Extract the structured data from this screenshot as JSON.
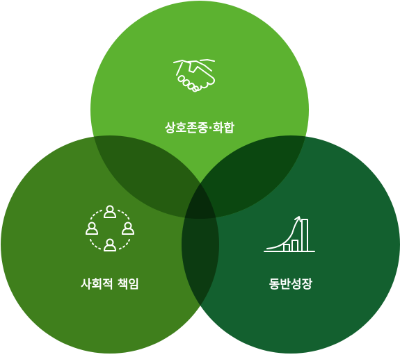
{
  "diagram": {
    "colors": {
      "top": "#5cb230",
      "left": "#3f7f1c",
      "right": "#13602f",
      "overlap_top_left": "#255c10",
      "overlap_top_right": "#0b4710",
      "overlap_left_right": "#0c3b11",
      "overlap_center": "#072a0a",
      "label_text": "#ffffff"
    },
    "circles": [
      {
        "id": "top",
        "label": "상호존중·화합",
        "icon": "handshake-icon"
      },
      {
        "id": "left",
        "label": "사회적 책임",
        "icon": "people-circle-icon"
      },
      {
        "id": "right",
        "label": "동반성장",
        "icon": "growth-chart-icon"
      }
    ]
  }
}
